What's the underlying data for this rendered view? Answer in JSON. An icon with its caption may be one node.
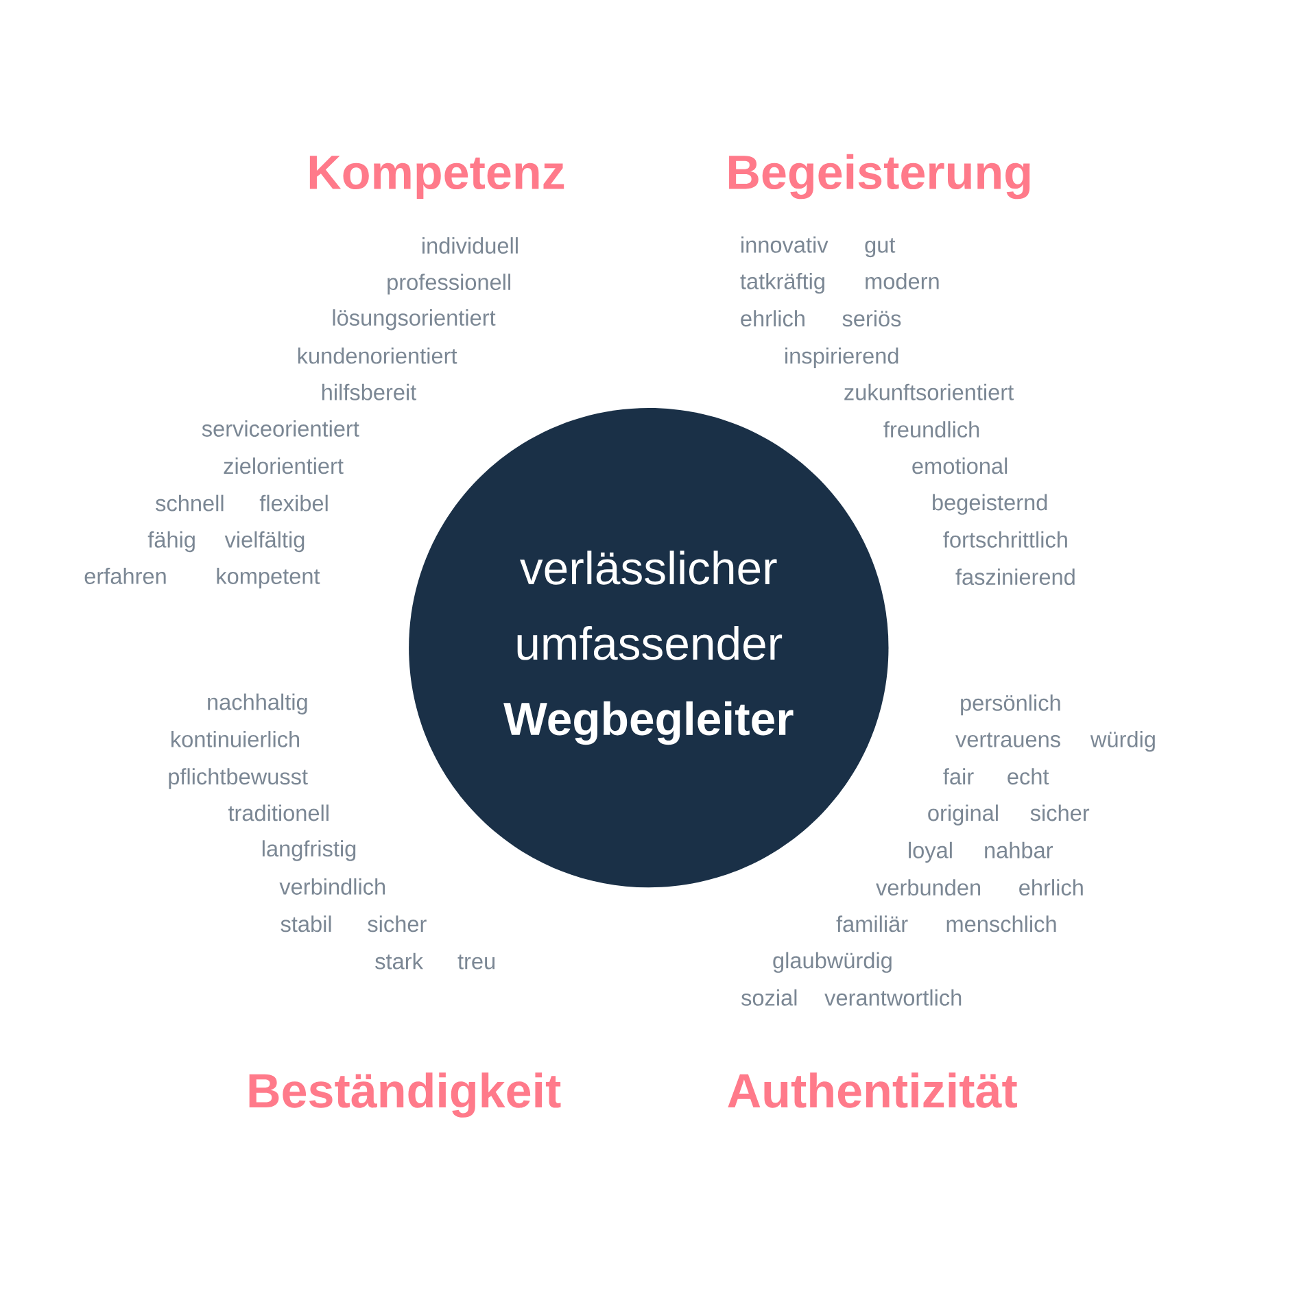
{
  "diagram": {
    "nodes": [
      {
        "text": [
          "verlässlicher umfassender **Wegbegleiter**"
        ]
      }
    ],
    "labels": [
      "Kompetenz",
      "individuell",
      "professionell",
      "lösungsorientiert",
      "kundenorientiert",
      "hilfsbereit",
      "serviceorientiert",
      "zielorientiert",
      "schnell",
      "flexibel",
      "fähig",
      "vielfältig",
      "erfahren",
      "kompetent",
      "Begeisterung",
      "innovativ",
      "gut",
      "tatkräftig",
      "modern",
      "ehrlich",
      "seriös",
      "inspirierend",
      "zukunftsorientiert",
      "freundlich",
      "emotional",
      "begeisternd",
      "fortschrittlich",
      "faszinierend",
      "Beständigkeit",
      "nachhaltig",
      "kontinuierlich",
      "pflichtbewusst",
      "traditionell",
      "langfristig",
      "verbindlich",
      "stabil",
      "sicher",
      "stark",
      "treu",
      "Authentizität",
      "persönlich",
      "vertrauens",
      "würdig",
      "fair",
      "echt",
      "original",
      "sicher",
      "loyal",
      "nahbar",
      "verbunden",
      "ehrlich",
      "familiär",
      "menschlich",
      "glaubwürdig",
      "sozial",
      "verantwortlich"
    ]
  }
}
